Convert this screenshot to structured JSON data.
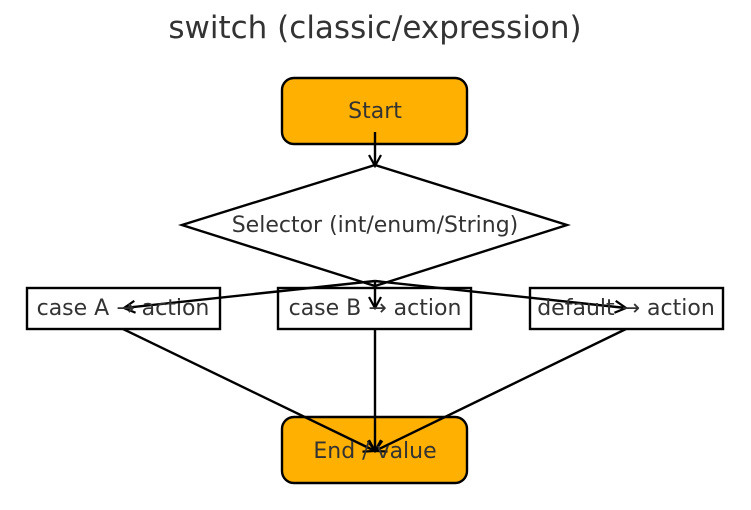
{
  "title": "switch (classic/expression)",
  "colors": {
    "terminal_fill": "#ffb000",
    "process_fill": "#ffffff",
    "decision_fill": "#ffffff",
    "stroke": "#000000",
    "text": "#333333"
  },
  "nodes": {
    "start": "Start",
    "selector": "Selector (int/enum/String)",
    "case_a": "case A → action",
    "case_b": "case B → action",
    "default": "default → action",
    "end": "End / value"
  },
  "edges": [
    [
      "start",
      "selector"
    ],
    [
      "selector",
      "case_a"
    ],
    [
      "selector",
      "case_b"
    ],
    [
      "selector",
      "default"
    ],
    [
      "case_a",
      "end"
    ],
    [
      "case_b",
      "end"
    ],
    [
      "default",
      "end"
    ]
  ]
}
